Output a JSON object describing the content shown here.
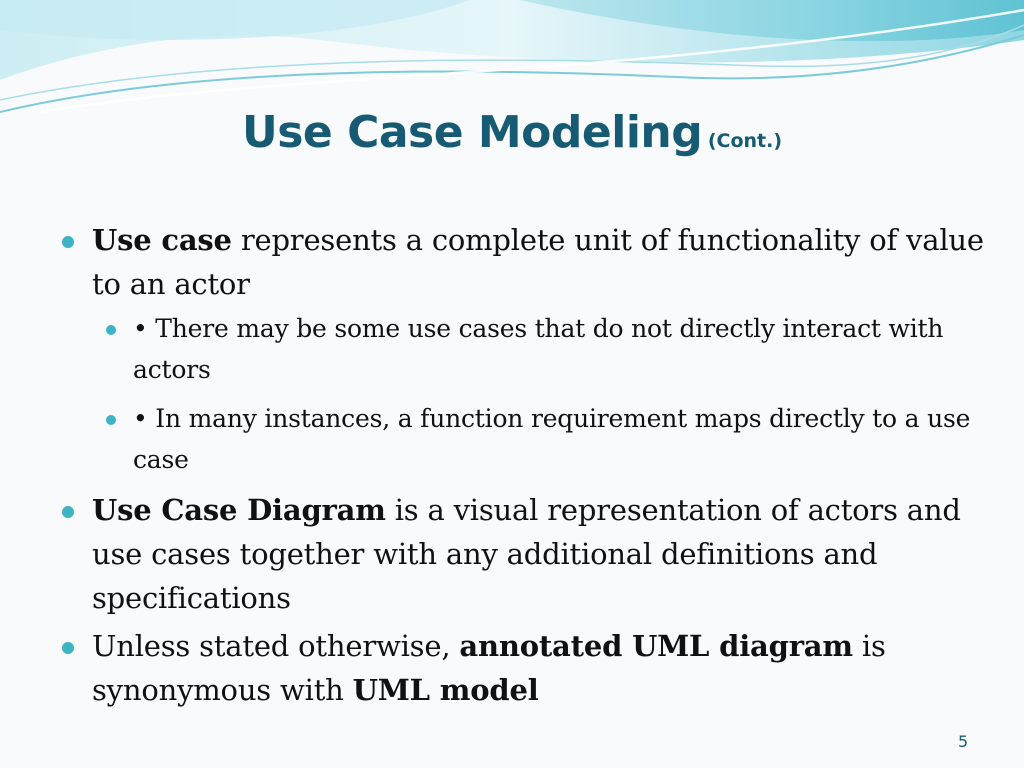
{
  "slide": {
    "title_main": "Use Case Modeling",
    "title_sub": "(Cont.)",
    "page_number": "5",
    "colors": {
      "title": "#175a74",
      "bullet": "#3db3c6",
      "swoosh_light": "#bfe7ef",
      "swoosh_dark": "#5ec2d4"
    },
    "bullets": [
      {
        "bold": "Use case",
        "text": " represents a complete unit of functionality of value to an actor",
        "sub": [
          {
            "text": "• There may be some use cases that do not directly interact with actors"
          },
          {
            "text": "• In many instances, a function requirement maps directly to a use case"
          }
        ]
      },
      {
        "bold": "Use Case Diagram",
        "text": " is a visual representation of actors and use cases together with any additional definitions and specifications"
      },
      {
        "pre": "Unless stated otherwise, ",
        "bold1": "annotated UML diagram",
        "mid": " is synonymous with ",
        "bold2": "UML model"
      }
    ]
  }
}
